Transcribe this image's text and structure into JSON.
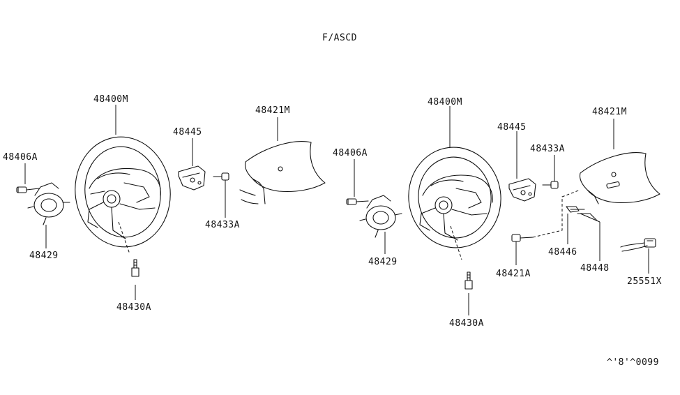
{
  "title": "F/ASCD",
  "footer_code": "^'8'^0099",
  "left_assembly": {
    "wheel": "48400M",
    "pad": "48421M",
    "switch": "48445",
    "screw_left": "48406A",
    "ring": "48429",
    "bolt": "48430A",
    "switch_screw": "48433A"
  },
  "right_assembly": {
    "wheel": "48400M",
    "pad": "48421M",
    "switch": "48445",
    "screw_left": "48406A",
    "ring": "48429",
    "bolt": "48430A",
    "switch_screw": "48433A",
    "pad_screw": "48421A",
    "bracket": "48446",
    "clip": "48448",
    "harness": "25551X"
  }
}
